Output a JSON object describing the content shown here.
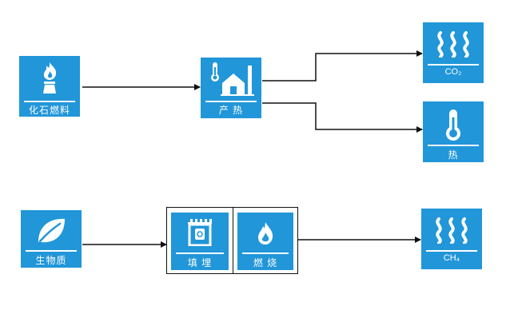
{
  "nodes": {
    "fossil_fuel": {
      "label": "化石燃料",
      "icon": "gas-flame-icon"
    },
    "heat_production": {
      "label": "产 热",
      "icon": "factory-thermometer-icon"
    },
    "co2": {
      "label": "CO₂",
      "icon": "steam-icon"
    },
    "heat": {
      "label": "热",
      "icon": "thermometer-icon"
    },
    "biomass": {
      "label": "生物质",
      "icon": "leaf-icon"
    },
    "landfill": {
      "label": "填 埋",
      "icon": "landfill-bin-icon"
    },
    "combustion": {
      "label": "燃 烧",
      "icon": "flame-icon"
    },
    "ch4": {
      "label": "CH₄",
      "icon": "steam-icon"
    }
  },
  "colors": {
    "box": "#2196d9",
    "arrow": "#111111",
    "icon": "#ffffff"
  }
}
